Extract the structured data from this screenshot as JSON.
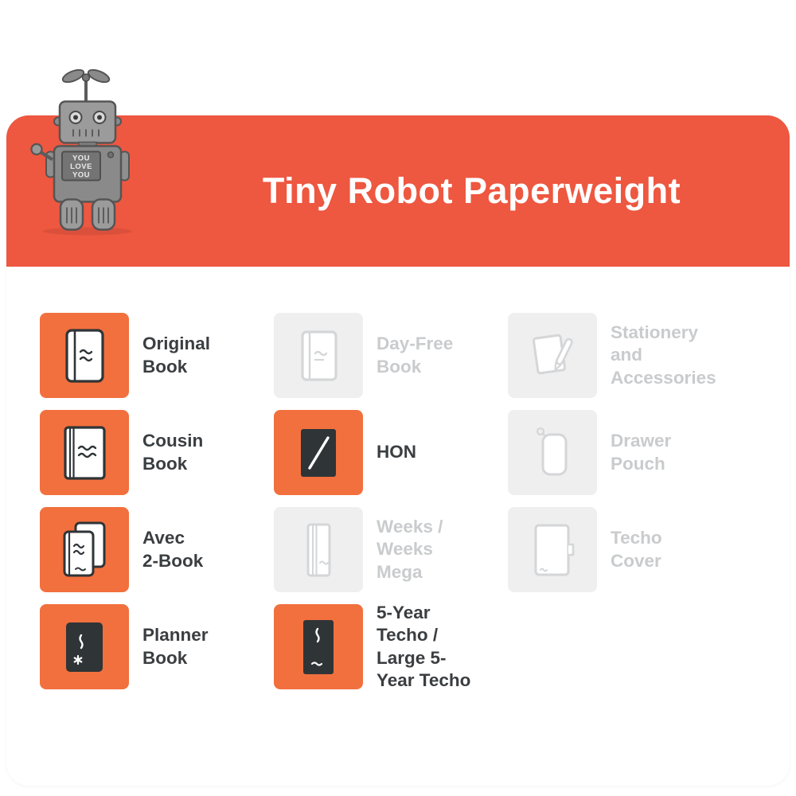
{
  "colors": {
    "accent": "#EE5740",
    "tile": "#F2703E",
    "disabledTile": "#EFEFEF",
    "iconInk": "#2F3437",
    "disabledIcon": "#D4D6D8",
    "text": "#3A3E41",
    "disabledText": "#C9CBCD"
  },
  "header": {
    "title": "Tiny Robot Paperweight"
  },
  "robot": {
    "plaque_lines": [
      "YOU",
      "LOVE",
      "YOU"
    ]
  },
  "grid": {
    "items": [
      {
        "id": "original-book",
        "label": "Original\nBook",
        "state": "active",
        "icon": "notebook-original"
      },
      {
        "id": "cousin-book",
        "label": "Cousin\nBook",
        "state": "active",
        "icon": "notebook-cousin"
      },
      {
        "id": "avec-2book",
        "label": "Avec\n2-Book",
        "state": "active",
        "icon": "notebook-avec"
      },
      {
        "id": "planner-book",
        "label": "Planner\nBook",
        "state": "active",
        "icon": "planner-dark"
      },
      {
        "id": "day-free-book",
        "label": "Day-Free\nBook",
        "state": "disabled",
        "icon": "notebook-dayfree"
      },
      {
        "id": "hon",
        "label": "HON",
        "state": "active",
        "icon": "hon-dark"
      },
      {
        "id": "weeks",
        "label": "Weeks /\nWeeks\nMega",
        "state": "disabled",
        "icon": "weeks-book"
      },
      {
        "id": "five-year-techo",
        "label": "5-Year\nTecho /\nLarge 5-\nYear Techo",
        "state": "active",
        "icon": "five-year-dark"
      },
      {
        "id": "stationery-accessories",
        "label": "Stationery\nand\nAccessories",
        "state": "disabled",
        "icon": "paper-pen"
      },
      {
        "id": "drawer-pouch",
        "label": "Drawer\nPouch",
        "state": "disabled",
        "icon": "pouch"
      },
      {
        "id": "techo-cover",
        "label": "Techo\nCover",
        "state": "disabled",
        "icon": "techo-cover"
      }
    ]
  }
}
